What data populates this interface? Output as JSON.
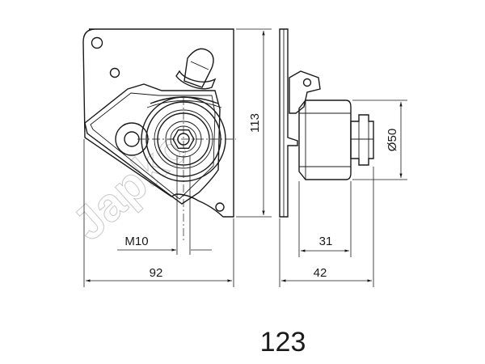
{
  "drawing": {
    "watermark": "Japko",
    "part_number": "123",
    "dimensions": {
      "plate_width": "92",
      "plate_height": "113",
      "thread": "M10",
      "pulley_diameter": "Ø50",
      "pulley_width": "31",
      "overall_depth": "42"
    }
  }
}
